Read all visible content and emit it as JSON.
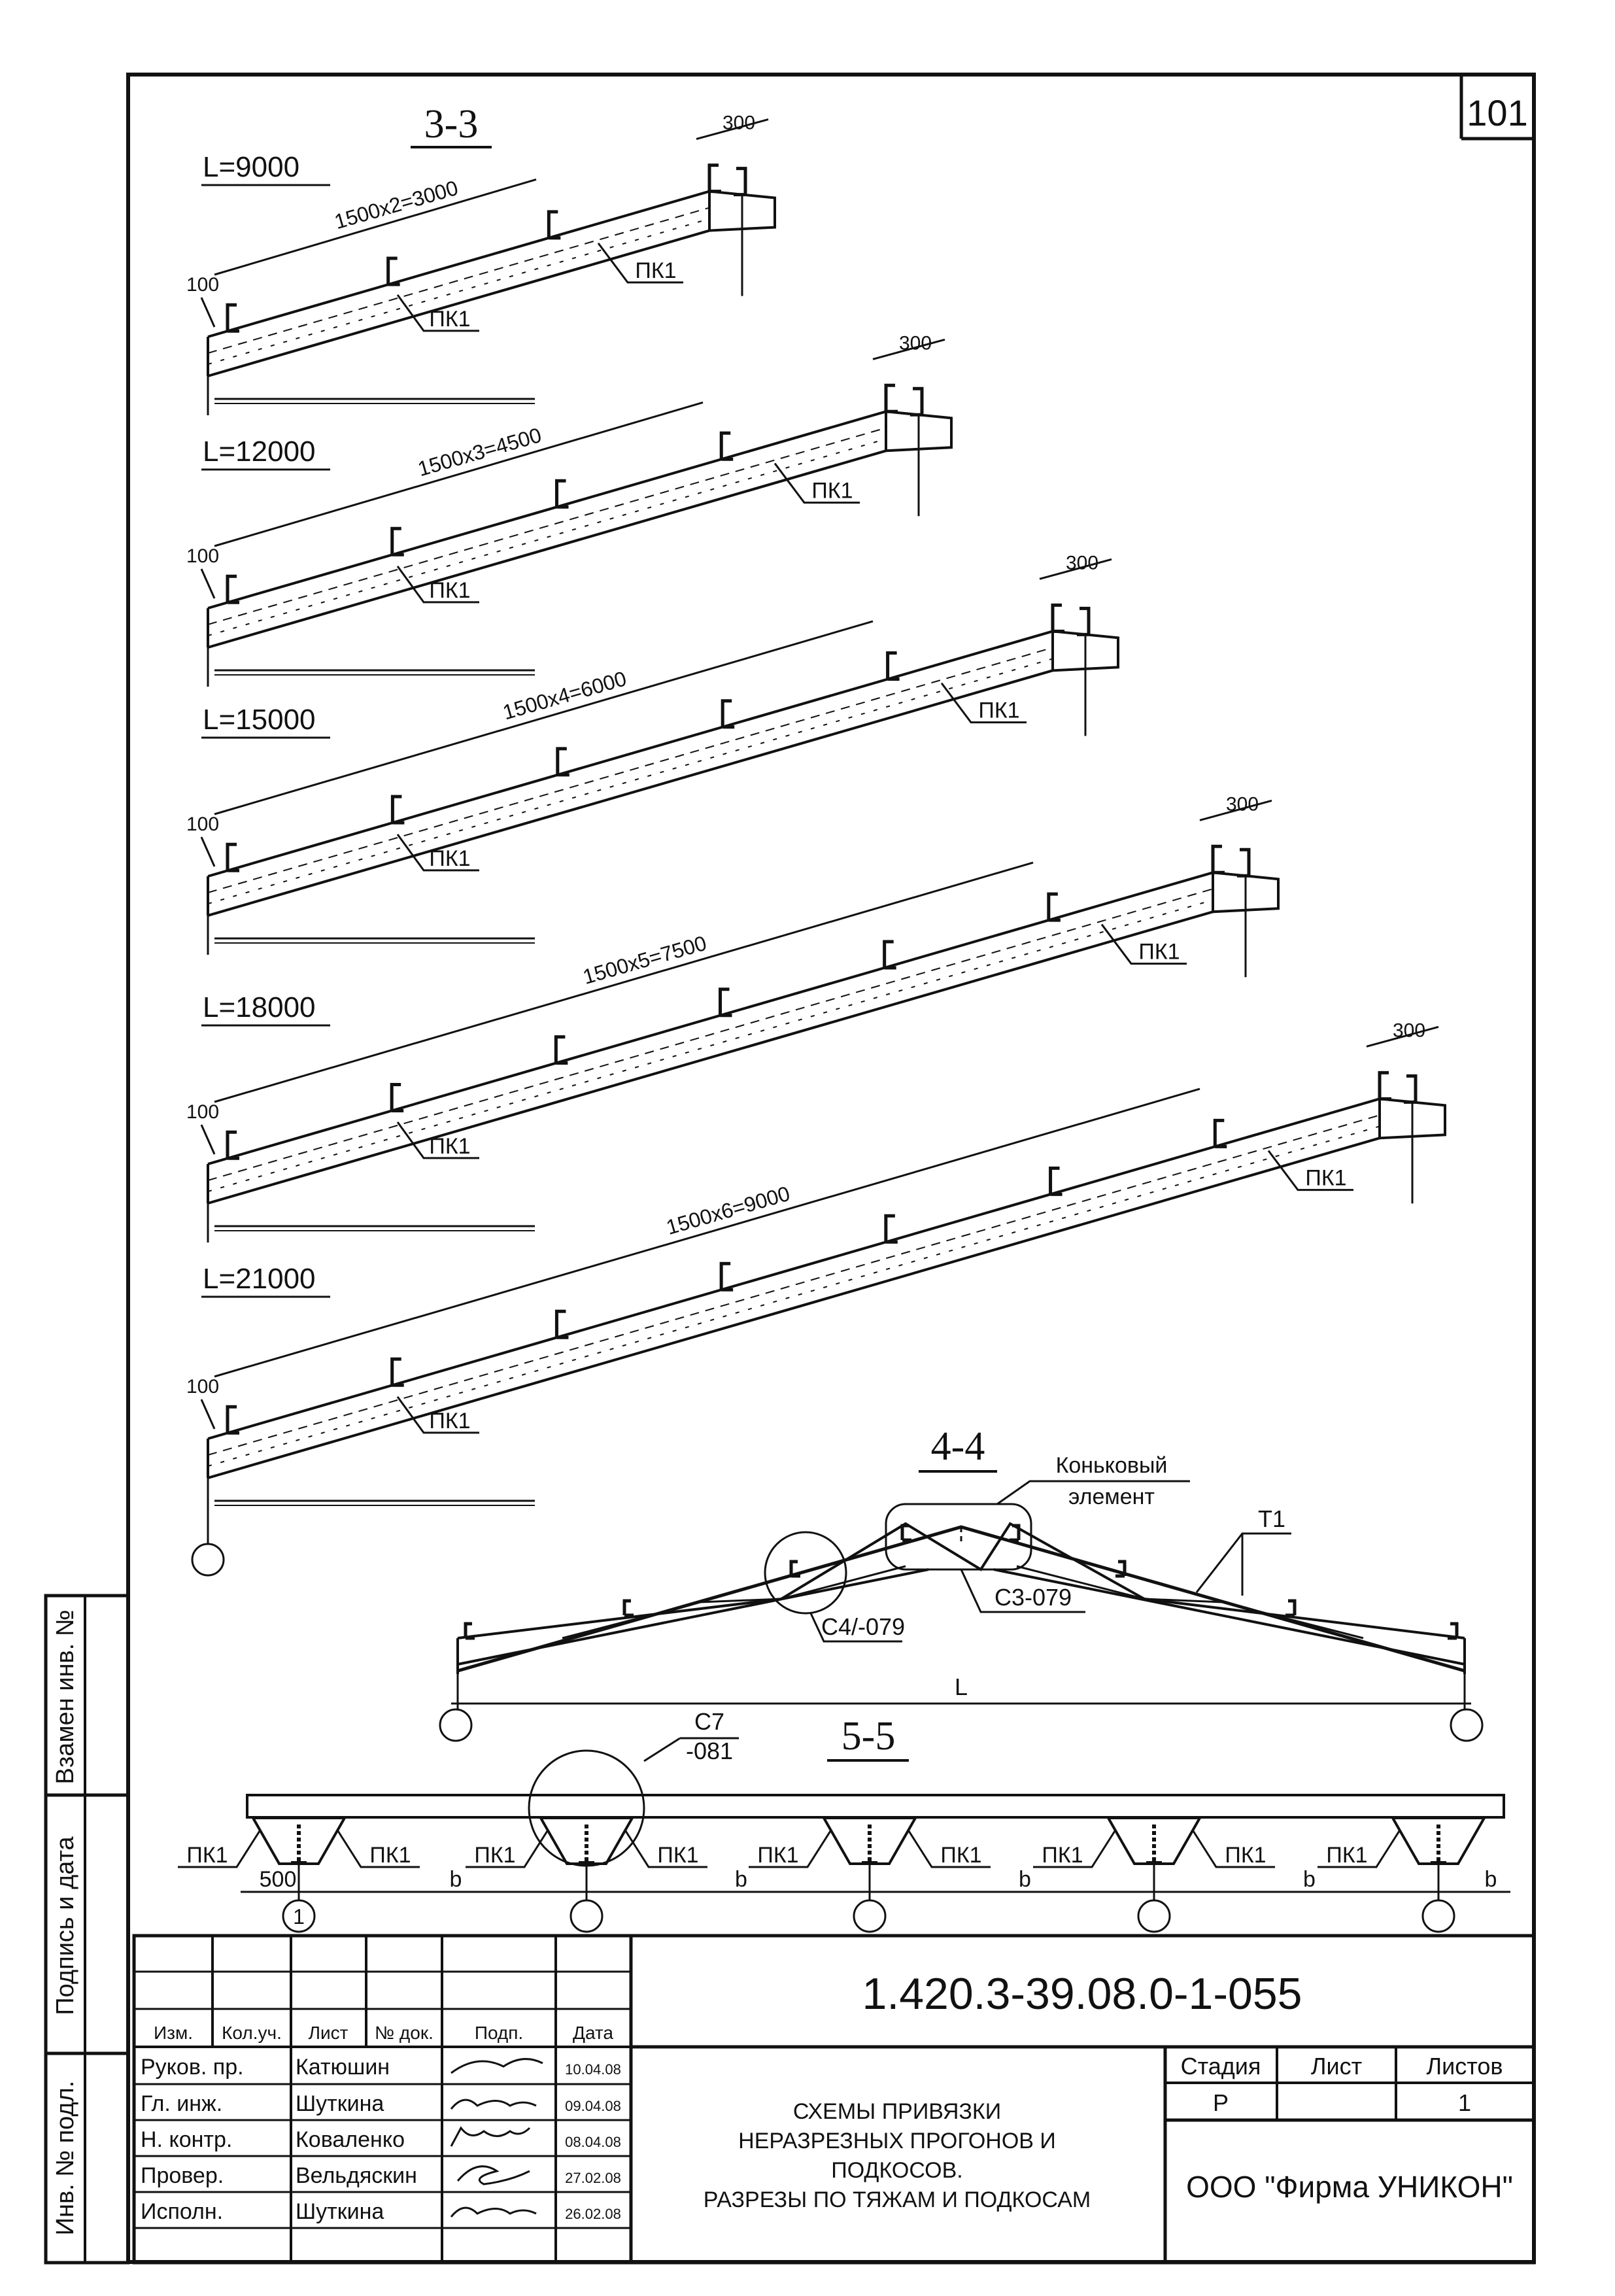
{
  "sheet_number": "101",
  "section_3_3": {
    "title": "3-3",
    "rows": [
      {
        "span": "L=9000",
        "module": "1500x2=3000",
        "edge": "100",
        "ridge": "300",
        "mark": "ПК1"
      },
      {
        "span": "L=12000",
        "module": "1500x3=4500",
        "edge": "100",
        "ridge": "300",
        "mark": "ПК1"
      },
      {
        "span": "L=15000",
        "module": "1500x4=6000",
        "edge": "100",
        "ridge": "300",
        "mark": "ПК1"
      },
      {
        "span": "L=18000",
        "module": "1500x5=7500",
        "edge": "100",
        "ridge": "300",
        "mark": "ПК1"
      },
      {
        "span": "L=21000",
        "module": "1500x6=9000",
        "edge": "100",
        "ridge": "300",
        "mark": "ПК1"
      }
    ]
  },
  "section_4_4": {
    "title": "4-4",
    "ridge_element": [
      "Коньковый",
      "элемент"
    ],
    "truss_mark": "Т1",
    "node_left": "С4/-079",
    "node_ridge": "С3-079",
    "span": "L"
  },
  "section_5_5": {
    "title": "5-5",
    "node": [
      "С7",
      "-081"
    ],
    "mark": "ПК1",
    "edge": "500",
    "spacing": "b",
    "axis_first": "1"
  },
  "side_stamp": [
    "Взамен инв. №",
    "Подпись и дата",
    "Инв. № подл."
  ],
  "title_block": {
    "code": "1.420.3-39.08.0-1-055",
    "headers": [
      "Изм.",
      "Кол.уч.",
      "Лист",
      "№ док.",
      "Подп.",
      "Дата"
    ],
    "people": [
      {
        "role": "Руков. пр.",
        "name": "Катюшин",
        "date": "10.04.08"
      },
      {
        "role": "Гл. инж.",
        "name": "Шуткина",
        "date": "09.04.08"
      },
      {
        "role": "Н. контр.",
        "name": "Коваленко",
        "date": "08.04.08"
      },
      {
        "role": "Провер.",
        "name": "Вельдяскин",
        "date": "27.02.08"
      },
      {
        "role": "Исполн.",
        "name": "Шуткина",
        "date": "26.02.08"
      }
    ],
    "description": [
      "СХЕМЫ ПРИВЯЗКИ",
      "НЕРАЗРЕЗНЫХ ПРОГОНОВ И",
      "ПОДКОСОВ.",
      "РАЗРЕЗЫ ПО ТЯЖАМ И ПОДКОСАМ"
    ],
    "stage_label": "Стадия",
    "sheet_label": "Лист",
    "sheets_label": "Листов",
    "stage": "Р",
    "sheet": "",
    "sheets": "1",
    "company": "ООО \"Фирма УНИКОН\""
  }
}
